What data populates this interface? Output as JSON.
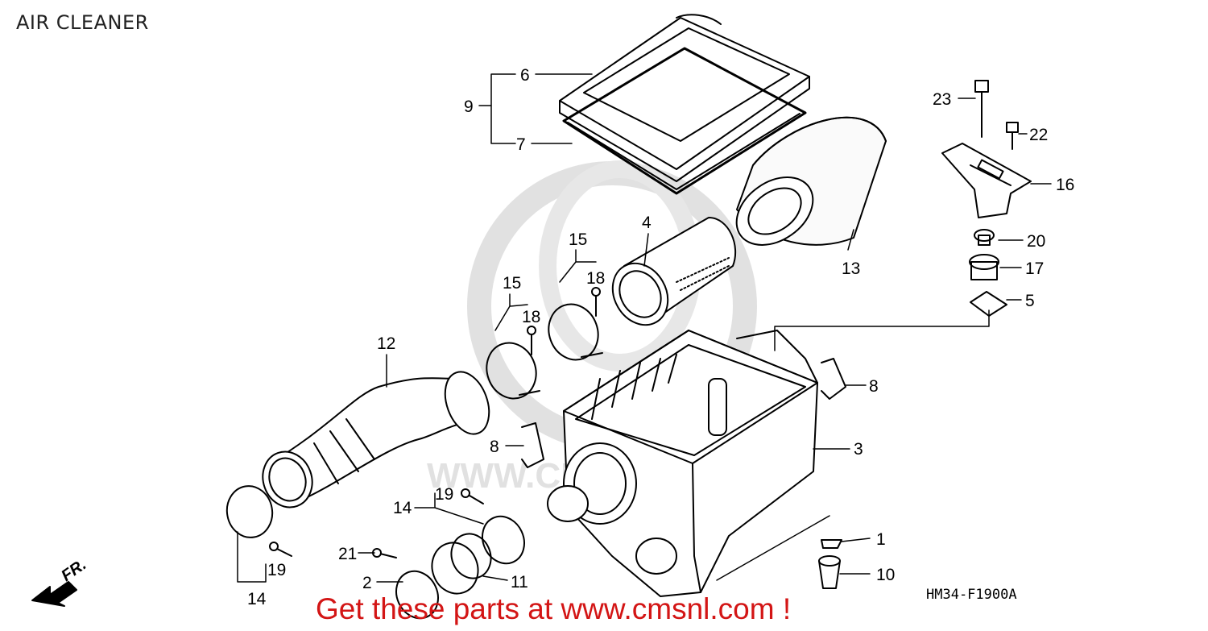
{
  "title": "AIR CLEANER",
  "diagram_code": "HM34-F1900A",
  "promo_text": "Get these parts at www.cmsnl.com !",
  "watermark": "WWW.CMSNL.COM",
  "front_marker": "FR.",
  "callouts": {
    "c6": "6",
    "c9": "9",
    "c7": "7",
    "c23": "23",
    "c22": "22",
    "c16": "16",
    "c4": "4",
    "c15a": "15",
    "c15b": "15",
    "c18a": "18",
    "c18b": "18",
    "c13": "13",
    "c20": "20",
    "c17": "17",
    "c5": "5",
    "c12": "12",
    "c8a": "8",
    "c8b": "8",
    "c3": "3",
    "c14a": "14",
    "c19a": "19",
    "c1": "1",
    "c21": "21",
    "c19b": "19",
    "c10": "10",
    "c2": "2",
    "c11": "11",
    "c14b": "14"
  }
}
